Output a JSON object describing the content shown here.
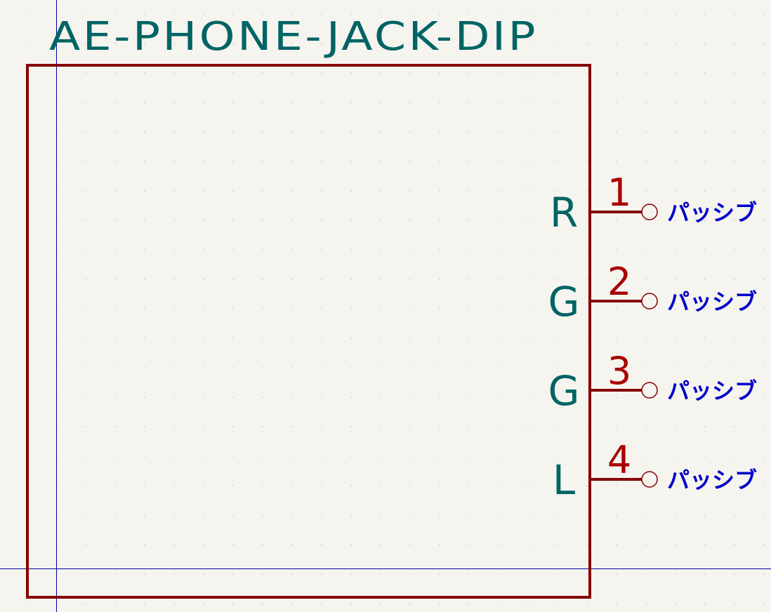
{
  "symbol": {
    "name": "AE-PHONE-JACK-DIP",
    "body_color": "#840000",
    "text_color": "#006464",
    "pin_number_color": "#a90000",
    "pin_type_color": "#0000c8",
    "axis_color": "#00009a",
    "pins": [
      {
        "number": "1",
        "name": "R",
        "type": "パッシブ"
      },
      {
        "number": "2",
        "name": "G",
        "type": "パッシブ"
      },
      {
        "number": "3",
        "name": "G",
        "type": "パッシブ"
      },
      {
        "number": "4",
        "name": "L",
        "type": "パッシブ"
      }
    ]
  }
}
